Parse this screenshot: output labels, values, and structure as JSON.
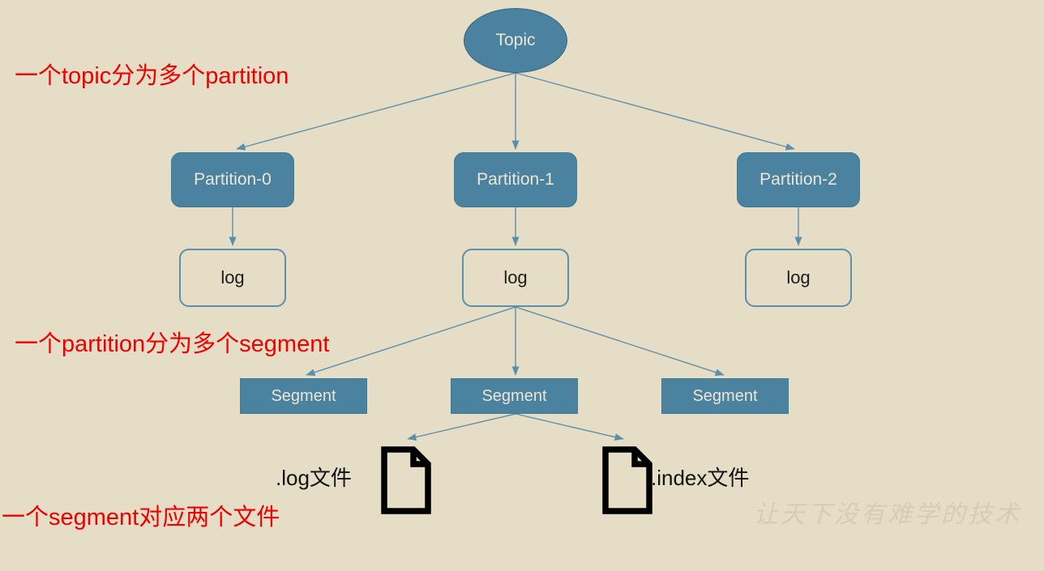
{
  "diagram": {
    "title": "Kafka Topic / Partition / Segment structure",
    "background_color": "#e6ddc6",
    "node_fill_color": "#4b82a0",
    "node_text_color": "#ece6d6",
    "edge_color": "#5b8fab",
    "annotation_color": "#ef0000"
  },
  "nodes": {
    "topic": {
      "label": "Topic"
    },
    "partitions": [
      {
        "label": "Partition-0"
      },
      {
        "label": "Partition-1"
      },
      {
        "label": "Partition-2"
      }
    ],
    "logs": [
      {
        "label": "log"
      },
      {
        "label": "log"
      },
      {
        "label": "log"
      }
    ],
    "segments": [
      {
        "label": "Segment"
      },
      {
        "label": "Segment"
      },
      {
        "label": "Segment"
      }
    ],
    "files": [
      {
        "label": ".log文件",
        "icon": "file-document-icon"
      },
      {
        "label": ".index文件",
        "icon": "file-document-icon"
      }
    ]
  },
  "annotations": [
    {
      "text": "一个topic分为多个partition"
    },
    {
      "text": "一个partition分为多个segment"
    },
    {
      "text": "一个segment对应两个文件"
    }
  ],
  "watermark": {
    "text": "让天下没有难学的技术"
  }
}
